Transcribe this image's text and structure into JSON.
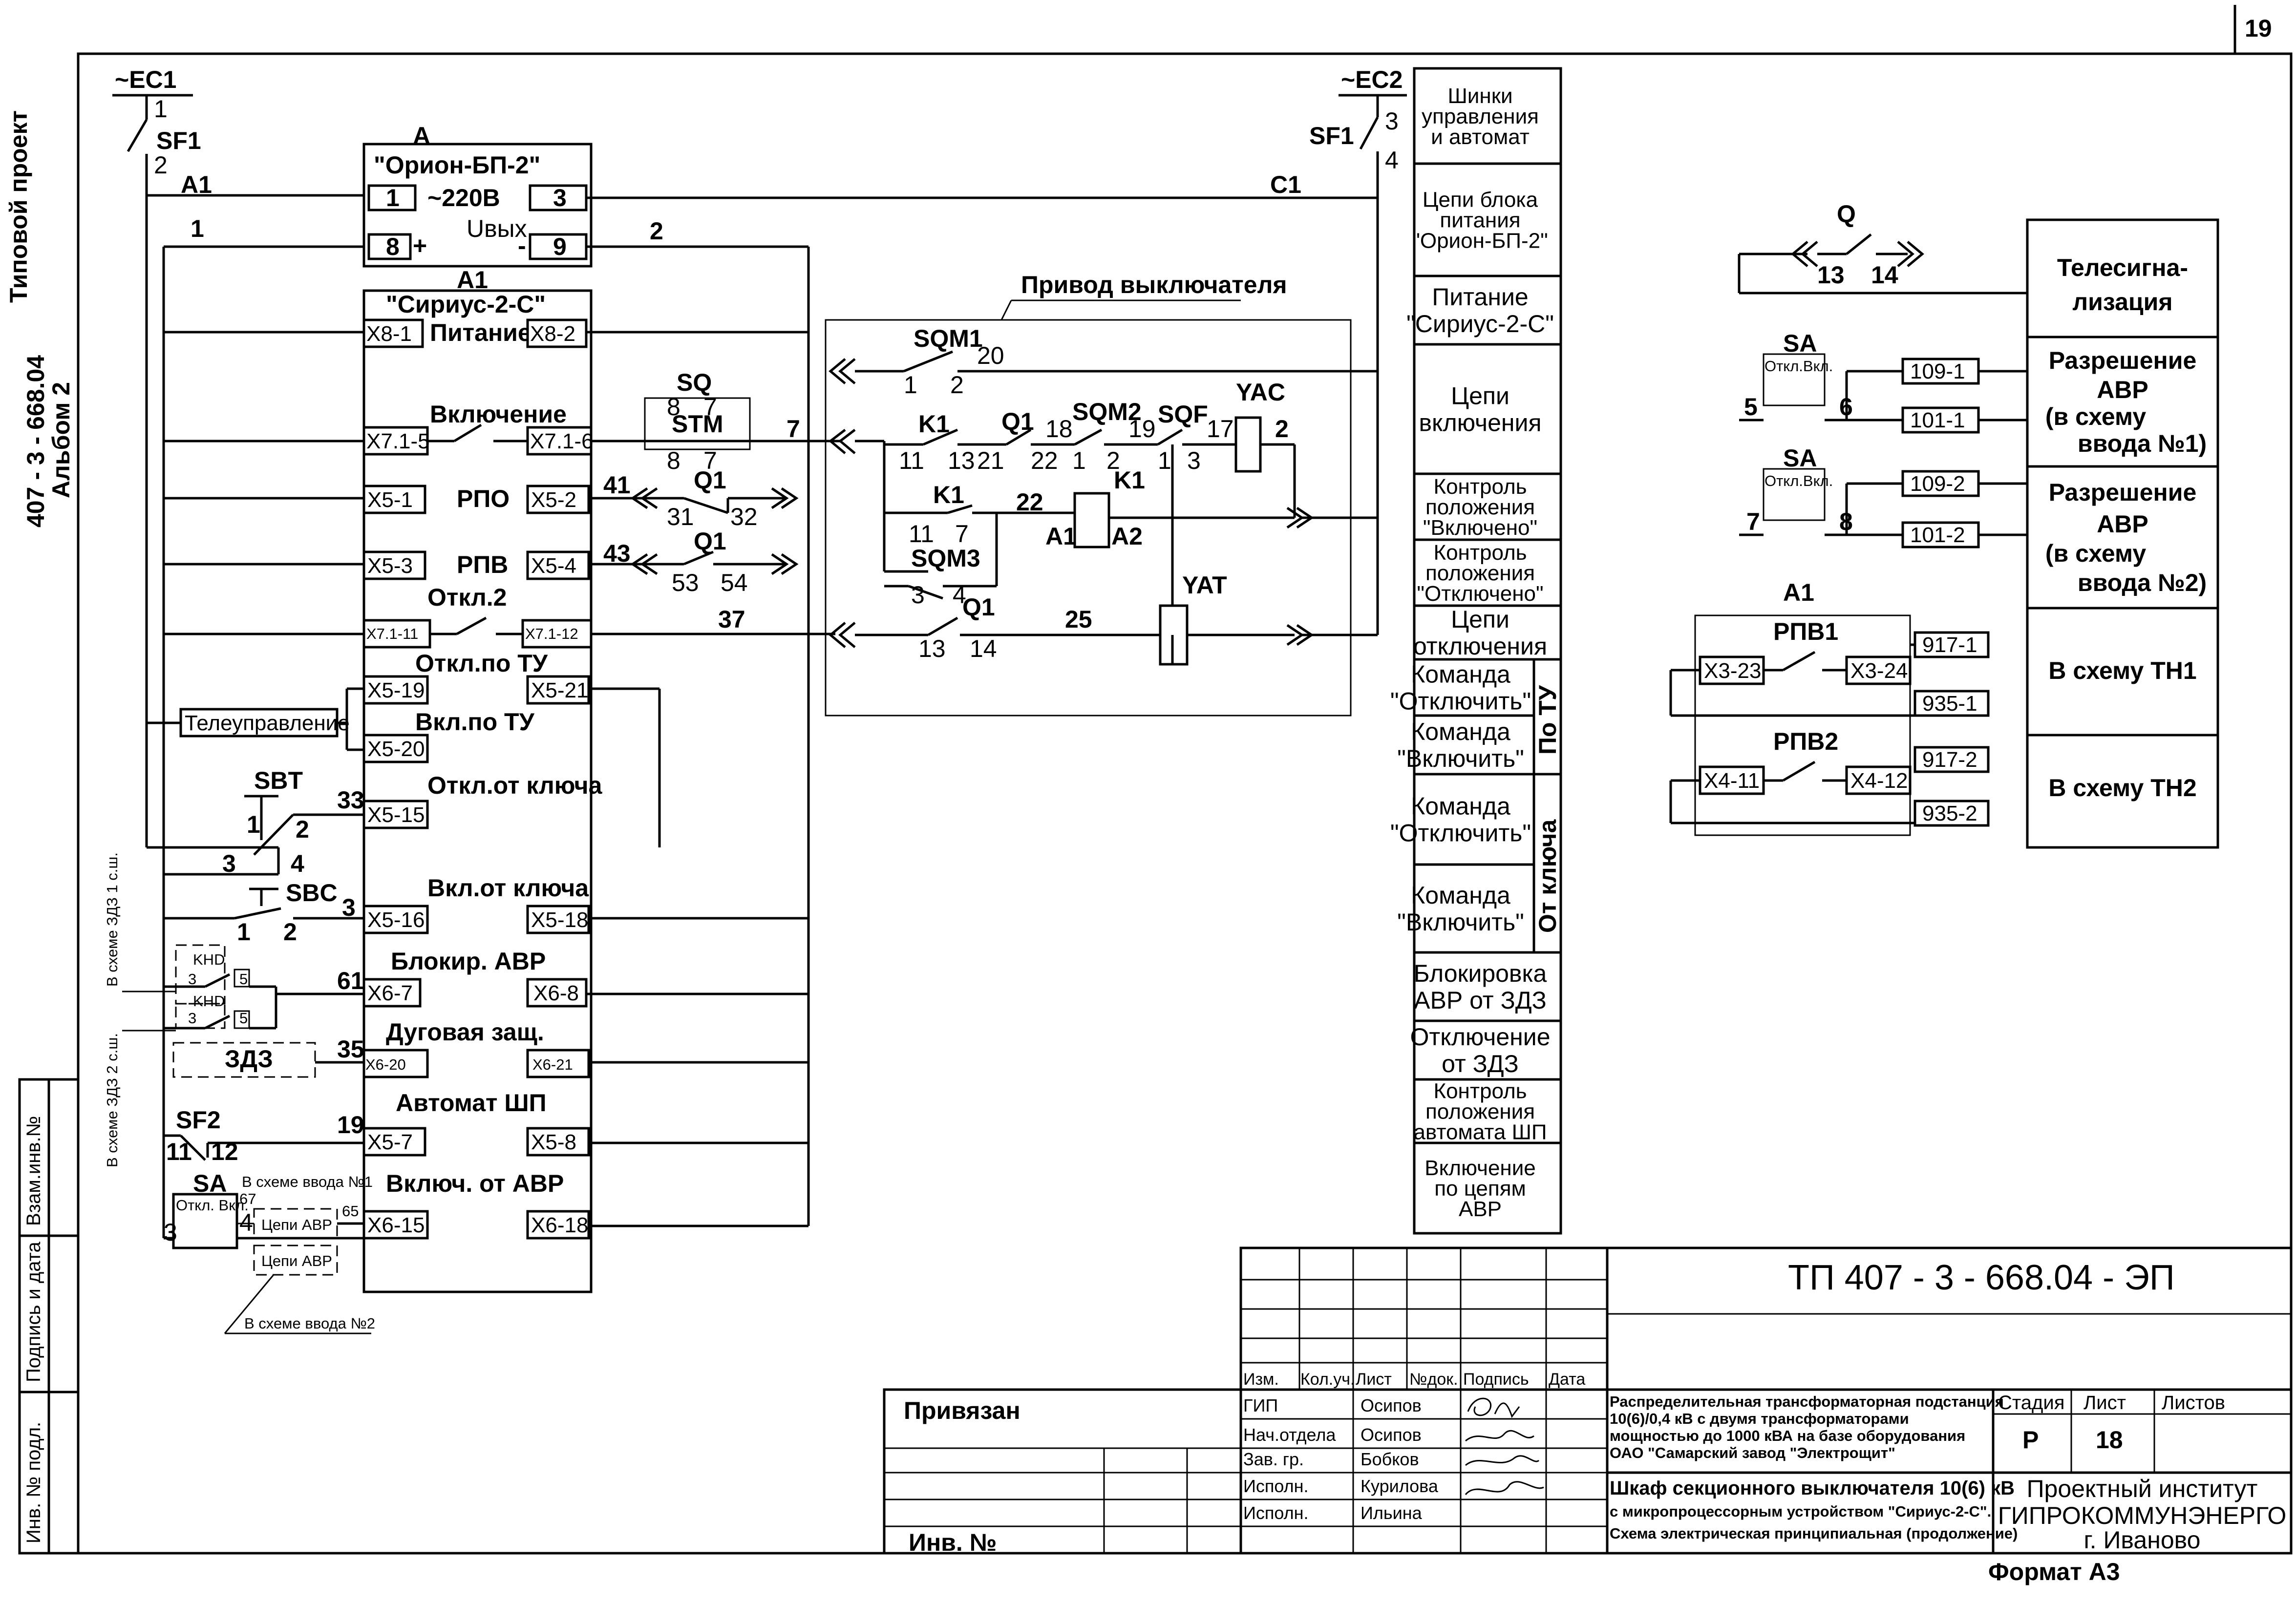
{
  "page_number": "19",
  "project": {
    "code": "407 - 3 - 668.04",
    "album": "Альбом 2",
    "partial": "Типовой проект"
  },
  "side_stamps": {
    "vzam": "Взам.инв.№",
    "podpis": "Подпись и дата",
    "inv": "Инв. № подл."
  },
  "power": {
    "ec1": "~EC1",
    "ec2": "~EC2",
    "sf1": "SF1",
    "n1": "1",
    "n2": "2",
    "n3": "3",
    "n4": "4",
    "a1": "A1",
    "c1": "C1",
    "w1": "1",
    "w2": "2"
  },
  "orion": {
    "title": "A",
    "name": "\"Орион-БП-2\"",
    "t1": "1",
    "t3": "3",
    "t8": "8",
    "t9": "9",
    "v220": "~220В",
    "vout": "Uвых.",
    "plus": "+",
    "minus": "-"
  },
  "sirius": {
    "title": "A1",
    "name": "\"Сириус-2-С\"",
    "x8_1": "X8-1",
    "pitanie": "Питание",
    "x8_2": "X8-2",
    "vkl": "Включение",
    "x71_5": "X7.1-5",
    "x71_6": "X7.1-6",
    "x5_1": "X5-1",
    "rpo": "РПО",
    "x5_2": "X5-2",
    "w41": "41",
    "q1": "Q1",
    "w31": "31",
    "w32": "32",
    "x5_3": "X5-3",
    "rpv": "РПВ",
    "x5_4": "X5-4",
    "w43": "43",
    "w53": "53",
    "w54": "54",
    "otkl2": "Откл.2",
    "x71_11": "X7.1-11",
    "x71_12": "X7.1-12",
    "w37": "37",
    "otkl_tu": "Откл.по ТУ",
    "x5_19": "X5-19",
    "x5_21": "X5-21",
    "teleupr": "Телеуправление",
    "vkl_tu": "Вкл.по ТУ",
    "x5_20": "X5-20",
    "sbt": "SBT",
    "w33": "33",
    "otkl_kl": "Откл.от ключа",
    "x5_15": "X5-15",
    "n3": "3",
    "n4": "4",
    "n1": "1",
    "n2": "2",
    "sbc": "SBC",
    "vkl_kl": "Вкл.от ключа",
    "x5_16": "X5-16",
    "x5_18": "X5-18",
    "zdz1": "В схеме ЗДЗ 1 с.ш.",
    "khd": "KHD",
    "n5": "5",
    "blok": "Блокир. АВР",
    "x6_7": "X6-7",
    "x6_8": "X6-8",
    "w61": "61",
    "zdz": "ЗДЗ",
    "dug": "Дуговая защ.",
    "x6_20": "X6-20",
    "x6_21": "X6-21",
    "w35": "35",
    "zdz2": "В схеме ЗДЗ 2 с.ш.",
    "sf2": "SF2",
    "n11": "11",
    "n12": "12",
    "w19": "19",
    "avt_shp": "Автомат ШП",
    "x5_7": "X5-7",
    "x5_8": "X5-8",
    "sa": "SA",
    "otkl_vkl": "Откл. Вкл.",
    "w67": "67",
    "w65": "65",
    "vvod1": "В схеме ввода №1",
    "cepi_avr": "Цепи АВР",
    "vkl_avr": "Включ. от АВР",
    "x6_15": "X6-15",
    "x6_18": "X6-18",
    "vvod2": "В схеме ввода №2"
  },
  "drive": {
    "title": "Привод выключателя",
    "sqm1": "SQM1",
    "sq": "SQ",
    "stm": "STM",
    "k1": "K1",
    "q1": "Q1",
    "sqm2": "SQM2",
    "sqf": "SQF",
    "yac": "YAC",
    "sqm3": "SQM3",
    "yat": "YAT",
    "a1": "A1",
    "a2": "A2",
    "n1": "1",
    "n2": "2",
    "n3": "3",
    "n4": "4",
    "n7": "7",
    "n8": "8",
    "n11": "11",
    "n13": "13",
    "n14": "14",
    "n17": "17",
    "n18": "18",
    "n19": "19",
    "n20": "20",
    "n21": "21",
    "n22": "22",
    "n25": "25"
  },
  "legend": [
    {
      "lines": [
        "Шинки",
        "управления",
        "и автомат"
      ]
    },
    {
      "lines": [
        "Цепи блока",
        "питания",
        "\"Орион-БП-2\""
      ]
    },
    {
      "lines": [
        "Питание",
        "\"Сириус-2-С\""
      ]
    },
    {
      "lines": [
        "Цепи",
        "включения"
      ]
    },
    {
      "lines": [
        "Контроль",
        "положения",
        "\"Включено\""
      ]
    },
    {
      "lines": [
        "Контроль",
        "положения",
        "\"Отключено\""
      ]
    },
    {
      "lines": [
        "Цепи",
        "отключения"
      ]
    },
    {
      "lines": [
        "Команда",
        "\"Отключить\""
      ]
    },
    {
      "lines": [
        "Команда",
        "\"Включить\""
      ]
    },
    {
      "lines": [
        "Команда",
        "\"Отключить\""
      ]
    },
    {
      "lines": [
        "Команда",
        "\"Включить\""
      ]
    },
    {
      "lines": [
        "Блокировка",
        "АВР от ЗДЗ"
      ]
    },
    {
      "lines": [
        "Отключение",
        "от ЗДЗ"
      ]
    },
    {
      "lines": [
        "Контроль",
        "положения",
        "автомата ШП"
      ]
    },
    {
      "lines": [
        "Включение",
        "по цепям",
        "АВР"
      ]
    }
  ],
  "legend_groups": {
    "po_tu": "По ТУ",
    "ot_klyucha": "От ключа"
  },
  "right": {
    "q": "Q",
    "n13": "13",
    "n14": "14",
    "telesig": [
      "Телесигна-",
      "лизация"
    ],
    "sa": "SA",
    "otkl_vkl": "Откл.Вкл.",
    "n5": "5",
    "n6": "6",
    "n7": "7",
    "n8": "8",
    "t109_1": "109-1",
    "t101_1": "101-1",
    "t109_2": "109-2",
    "t101_2": "101-2",
    "razr1": [
      "Разрешение",
      "АВР",
      "(в схему",
      "ввода №1)"
    ],
    "razr2": [
      "Разрешение",
      "АВР",
      "(в схему",
      "ввода №2)"
    ],
    "a1": "A1",
    "rpv1": "РПВ1",
    "rpv2": "РПВ2",
    "x3_23": "X3-23",
    "x3_24": "X3-24",
    "x4_11": "X4-11",
    "x4_12": "X4-12",
    "t917_1": "917-1",
    "t935_1": "935-1",
    "t917_2": "917-2",
    "t935_2": "935-2",
    "th1": "В схему ТН1",
    "th2": "В схему ТН2"
  },
  "title_block": {
    "doc_code": "ТП  407 - 3 - 668.04 - ЭП",
    "privyazan": "Привязан",
    "inv_no": "Инв. №",
    "cols": [
      "Изм.",
      "Кол.уч.",
      "Лист",
      "№док.",
      "Подпись",
      "Дата"
    ],
    "rows": [
      {
        "role": "ГИП",
        "name": "Осипов"
      },
      {
        "role": "Нач.отдела",
        "name": "Осипов"
      },
      {
        "role": "Зав. гр.",
        "name": "Бобков"
      },
      {
        "role": "Исполн.",
        "name": "Курилова"
      },
      {
        "role": "Исполн.",
        "name": "Ильина"
      }
    ],
    "description": [
      "Распределительная трансформаторная подстанция",
      "10(6)/0,4 кВ с двумя трансформаторами",
      "мощностью до 1000 кВА на базе оборудования",
      "ОАО \"Самарский завод \"Электрощит\""
    ],
    "drawing_title": [
      "Шкаф секционного выключателя 10(6) кВ",
      "с микропроцессорным устройством \"Сириус-2-С\".",
      "Схема электрическая принципиальная (продолжение)"
    ],
    "stadiya_label": "Стадия",
    "list_label": "Лист",
    "listov_label": "Листов",
    "stadiya": "Р",
    "list": "18",
    "listov": "",
    "org": [
      "Проектный институт",
      "ГИПРОКОММУНЭНЕРГО",
      "г. Иваново"
    ],
    "format": "Формат А3"
  }
}
